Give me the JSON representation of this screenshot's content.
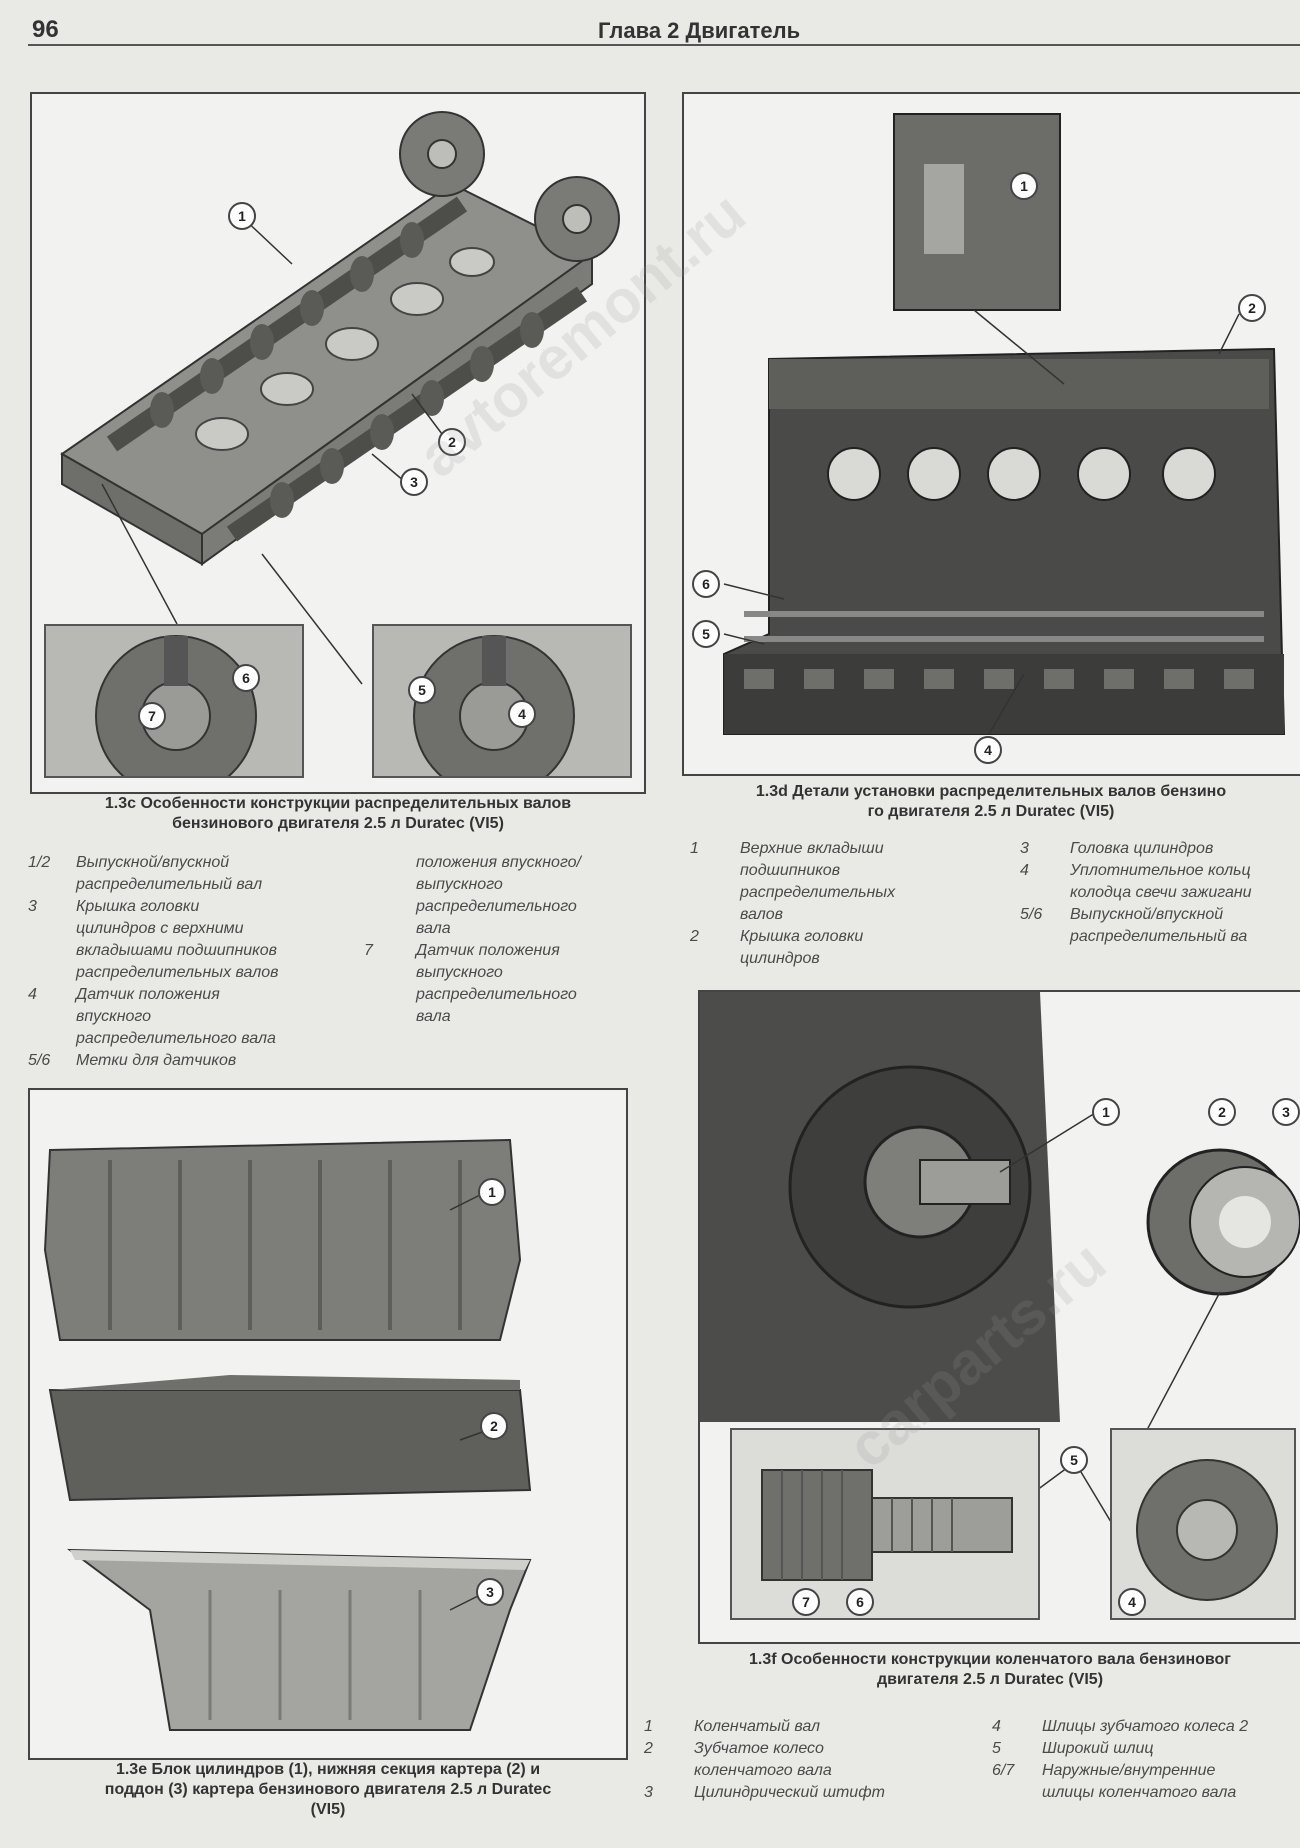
{
  "header": {
    "page_number": "96",
    "chapter_title": "Глава 2 Двигатель"
  },
  "figures": {
    "f3c": {
      "caption_line1": "1.3c Особенности конструкции распределительных валов",
      "caption_line2": "бензинового двигателя 2.5 л Duratec (VI5)",
      "callouts": [
        "1",
        "2",
        "3",
        "6",
        "7",
        "5",
        "4"
      ],
      "legend_left": [
        {
          "num": "1/2",
          "lines": [
            "Выпускной/впускной",
            "распределительный вал"
          ]
        },
        {
          "num": "3",
          "lines": [
            "Крышка головки",
            "цилиндров с верхними",
            "вкладышами подшипников",
            "распределительных валов"
          ]
        },
        {
          "num": "4",
          "lines": [
            "Датчик положения",
            "впускного",
            "распределительного вала"
          ]
        },
        {
          "num": "5/6",
          "lines": [
            "Метки для датчиков"
          ]
        }
      ],
      "legend_right": [
        {
          "num": "",
          "lines": [
            "положения впускного/",
            "выпускного",
            "распределительного",
            "вала"
          ]
        },
        {
          "num": "7",
          "lines": [
            "Датчик положения",
            "выпускного",
            "распределительного",
            "вала"
          ]
        }
      ]
    },
    "f3d": {
      "caption_line1": "1.3d Детали установки распределительных валов бензино",
      "caption_line2": "го двигателя 2.5 л Duratec (VI5)",
      "callouts": [
        "1",
        "2",
        "6",
        "5",
        "4"
      ],
      "legend_left": [
        {
          "num": "1",
          "lines": [
            "Верхние вкладыши",
            "подшипников",
            "распределительных",
            "валов"
          ]
        },
        {
          "num": "2",
          "lines": [
            "Крышка головки",
            "цилиндров"
          ]
        }
      ],
      "legend_right": [
        {
          "num": "3",
          "lines": [
            "Головка цилиндров"
          ]
        },
        {
          "num": "4",
          "lines": [
            "Уплотнительное кольц",
            "колодца свечи зажигани"
          ]
        },
        {
          "num": "5/6",
          "lines": [
            "Выпускной/впускной",
            "распределительный ва"
          ]
        }
      ]
    },
    "f3e": {
      "caption_line1": "1.3e Блок цилиндров (1), нижняя секция картера (2) и",
      "caption_line2": "поддон (3) картера бензинового двигателя 2.5 л Duratec",
      "caption_line3": "(VI5)",
      "callouts": [
        "1",
        "2",
        "3"
      ]
    },
    "f3f": {
      "caption_line1": "1.3f Особенности конструкции коленчатого вала бензиновог",
      "caption_line2": "двигателя 2.5 л Duratec (VI5)",
      "callouts": [
        "1",
        "2",
        "3",
        "5",
        "7",
        "6",
        "4"
      ],
      "legend_left": [
        {
          "num": "1",
          "lines": [
            "Коленчатый вал"
          ]
        },
        {
          "num": "2",
          "lines": [
            "Зубчатое колесо",
            "коленчатого вала"
          ]
        },
        {
          "num": "3",
          "lines": [
            "Цилиндрический штифт"
          ]
        }
      ],
      "legend_right": [
        {
          "num": "4",
          "lines": [
            "Шлицы зубчатого колеса 2"
          ]
        },
        {
          "num": "5",
          "lines": [
            "Широкий шлиц"
          ]
        },
        {
          "num": "6/7",
          "lines": [
            "Наружные/внутренние",
            "шлицы коленчатого вала"
          ]
        }
      ]
    }
  },
  "watermark": [
    "avtoremont.ru",
    "carparts.ru"
  ]
}
